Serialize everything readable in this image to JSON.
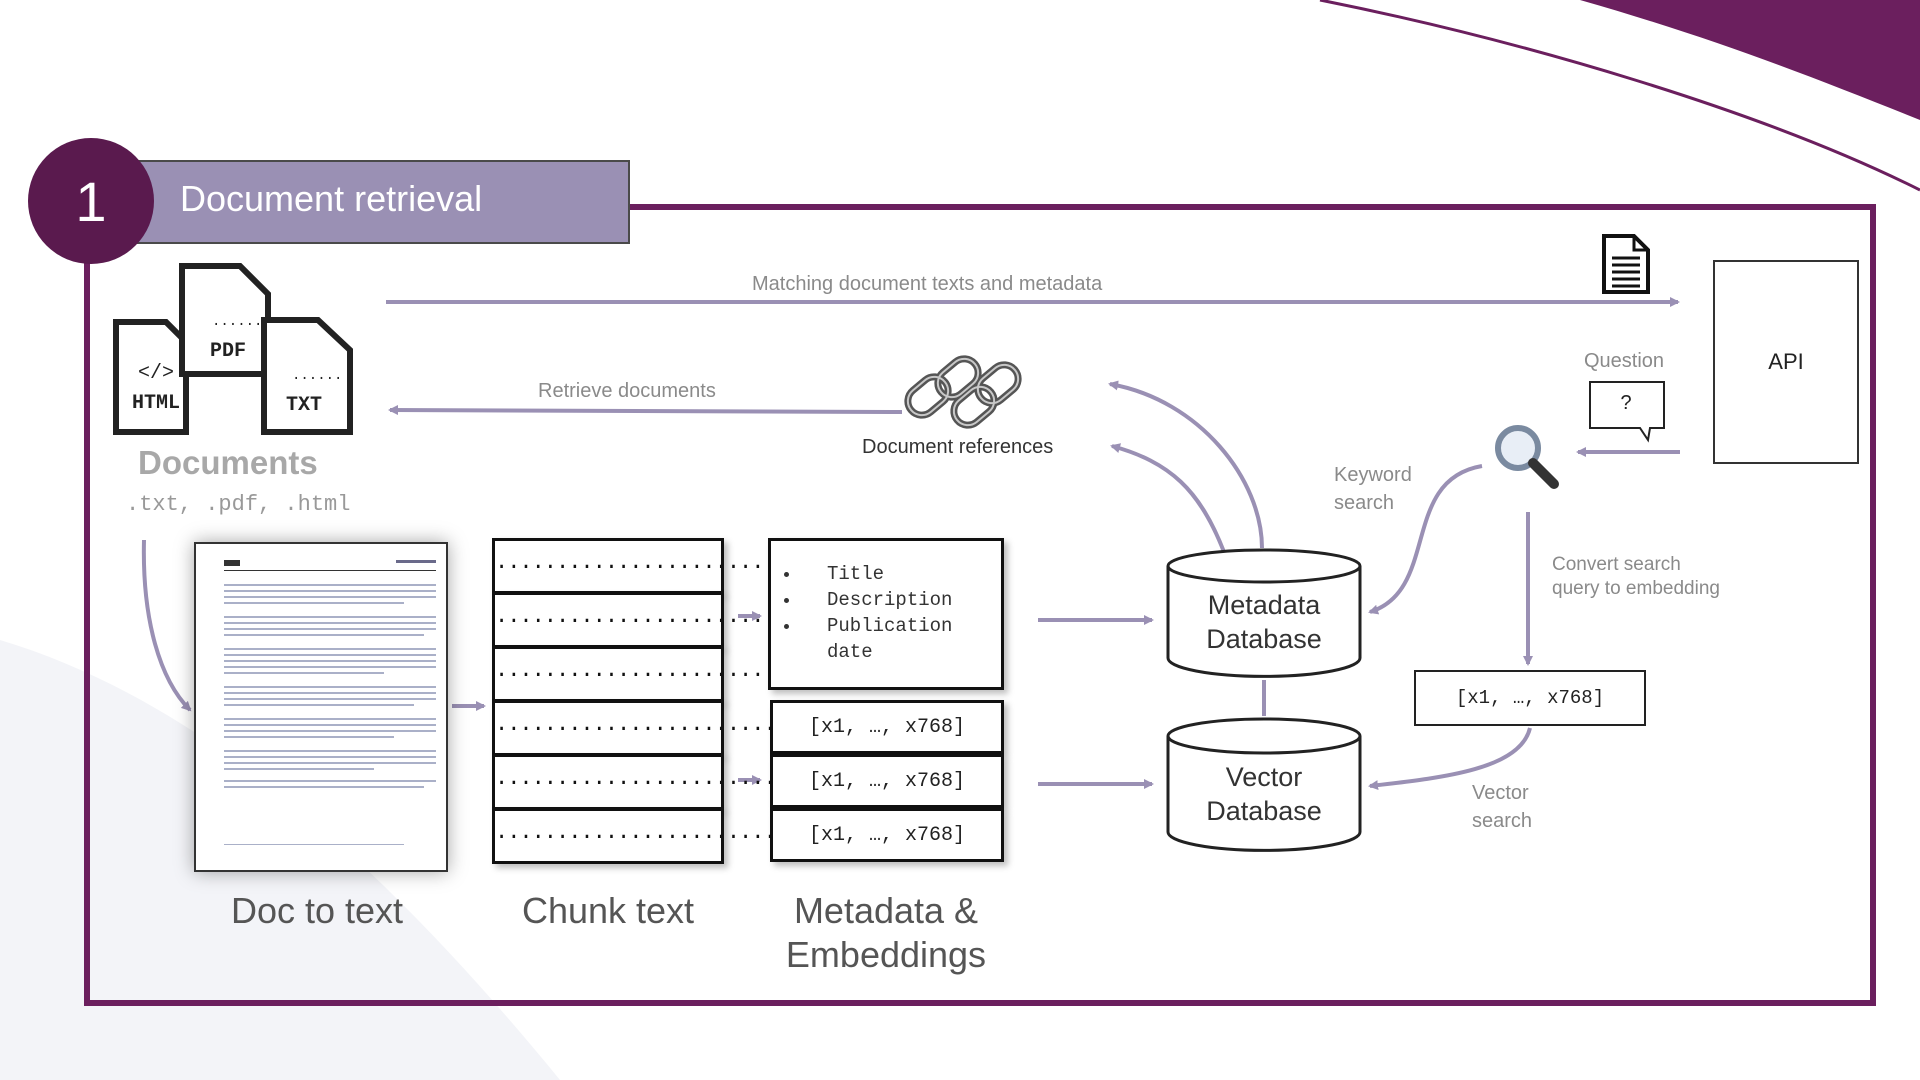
{
  "step": {
    "number": "1",
    "title": "Document retrieval"
  },
  "top_arrow_label": "Matching document texts and metadata",
  "retrieve_label": "Retrieve documents",
  "doc_refs_label": "Document references",
  "question_label": "Question",
  "question_mark": "?",
  "api_label": "API",
  "keyword_search": {
    "line1": "Keyword",
    "line2": "search"
  },
  "convert_label": {
    "line1": "Convert search",
    "line2": "query to embedding"
  },
  "vector_search": {
    "line1": "Vector",
    "line2": "search"
  },
  "documents": {
    "title": "Documents",
    "extensions": ".txt, .pdf, .html",
    "file_icons": [
      "HTML",
      "PDF",
      "TXT"
    ],
    "html_glyph": "</>",
    "dots": "......"
  },
  "stages": {
    "doc_to_text": "Doc to text",
    "chunk_text": "Chunk text",
    "metadata_line1": "Metadata &",
    "metadata_line2": "Embeddings"
  },
  "chunk_dots": "...............................",
  "metadata_fields": [
    "Title",
    "Description",
    "Publication date"
  ],
  "embedding_vector": "[x1, …, x768]",
  "databases": {
    "metadata": {
      "line1": "Metadata",
      "line2": "Database"
    },
    "vector": {
      "line1": "Vector",
      "line2": "Database"
    }
  },
  "colors": {
    "brand_purple": "#6b1f5e",
    "step_circle": "#5a1a4e",
    "step_bar": "#9a90b4",
    "arrow": "#9a90b4"
  },
  "icons": [
    "html-file-icon",
    "pdf-file-icon",
    "txt-file-icon",
    "chain-link-icon",
    "magnifier-icon",
    "document-icon",
    "speech-bubble-icon"
  ]
}
